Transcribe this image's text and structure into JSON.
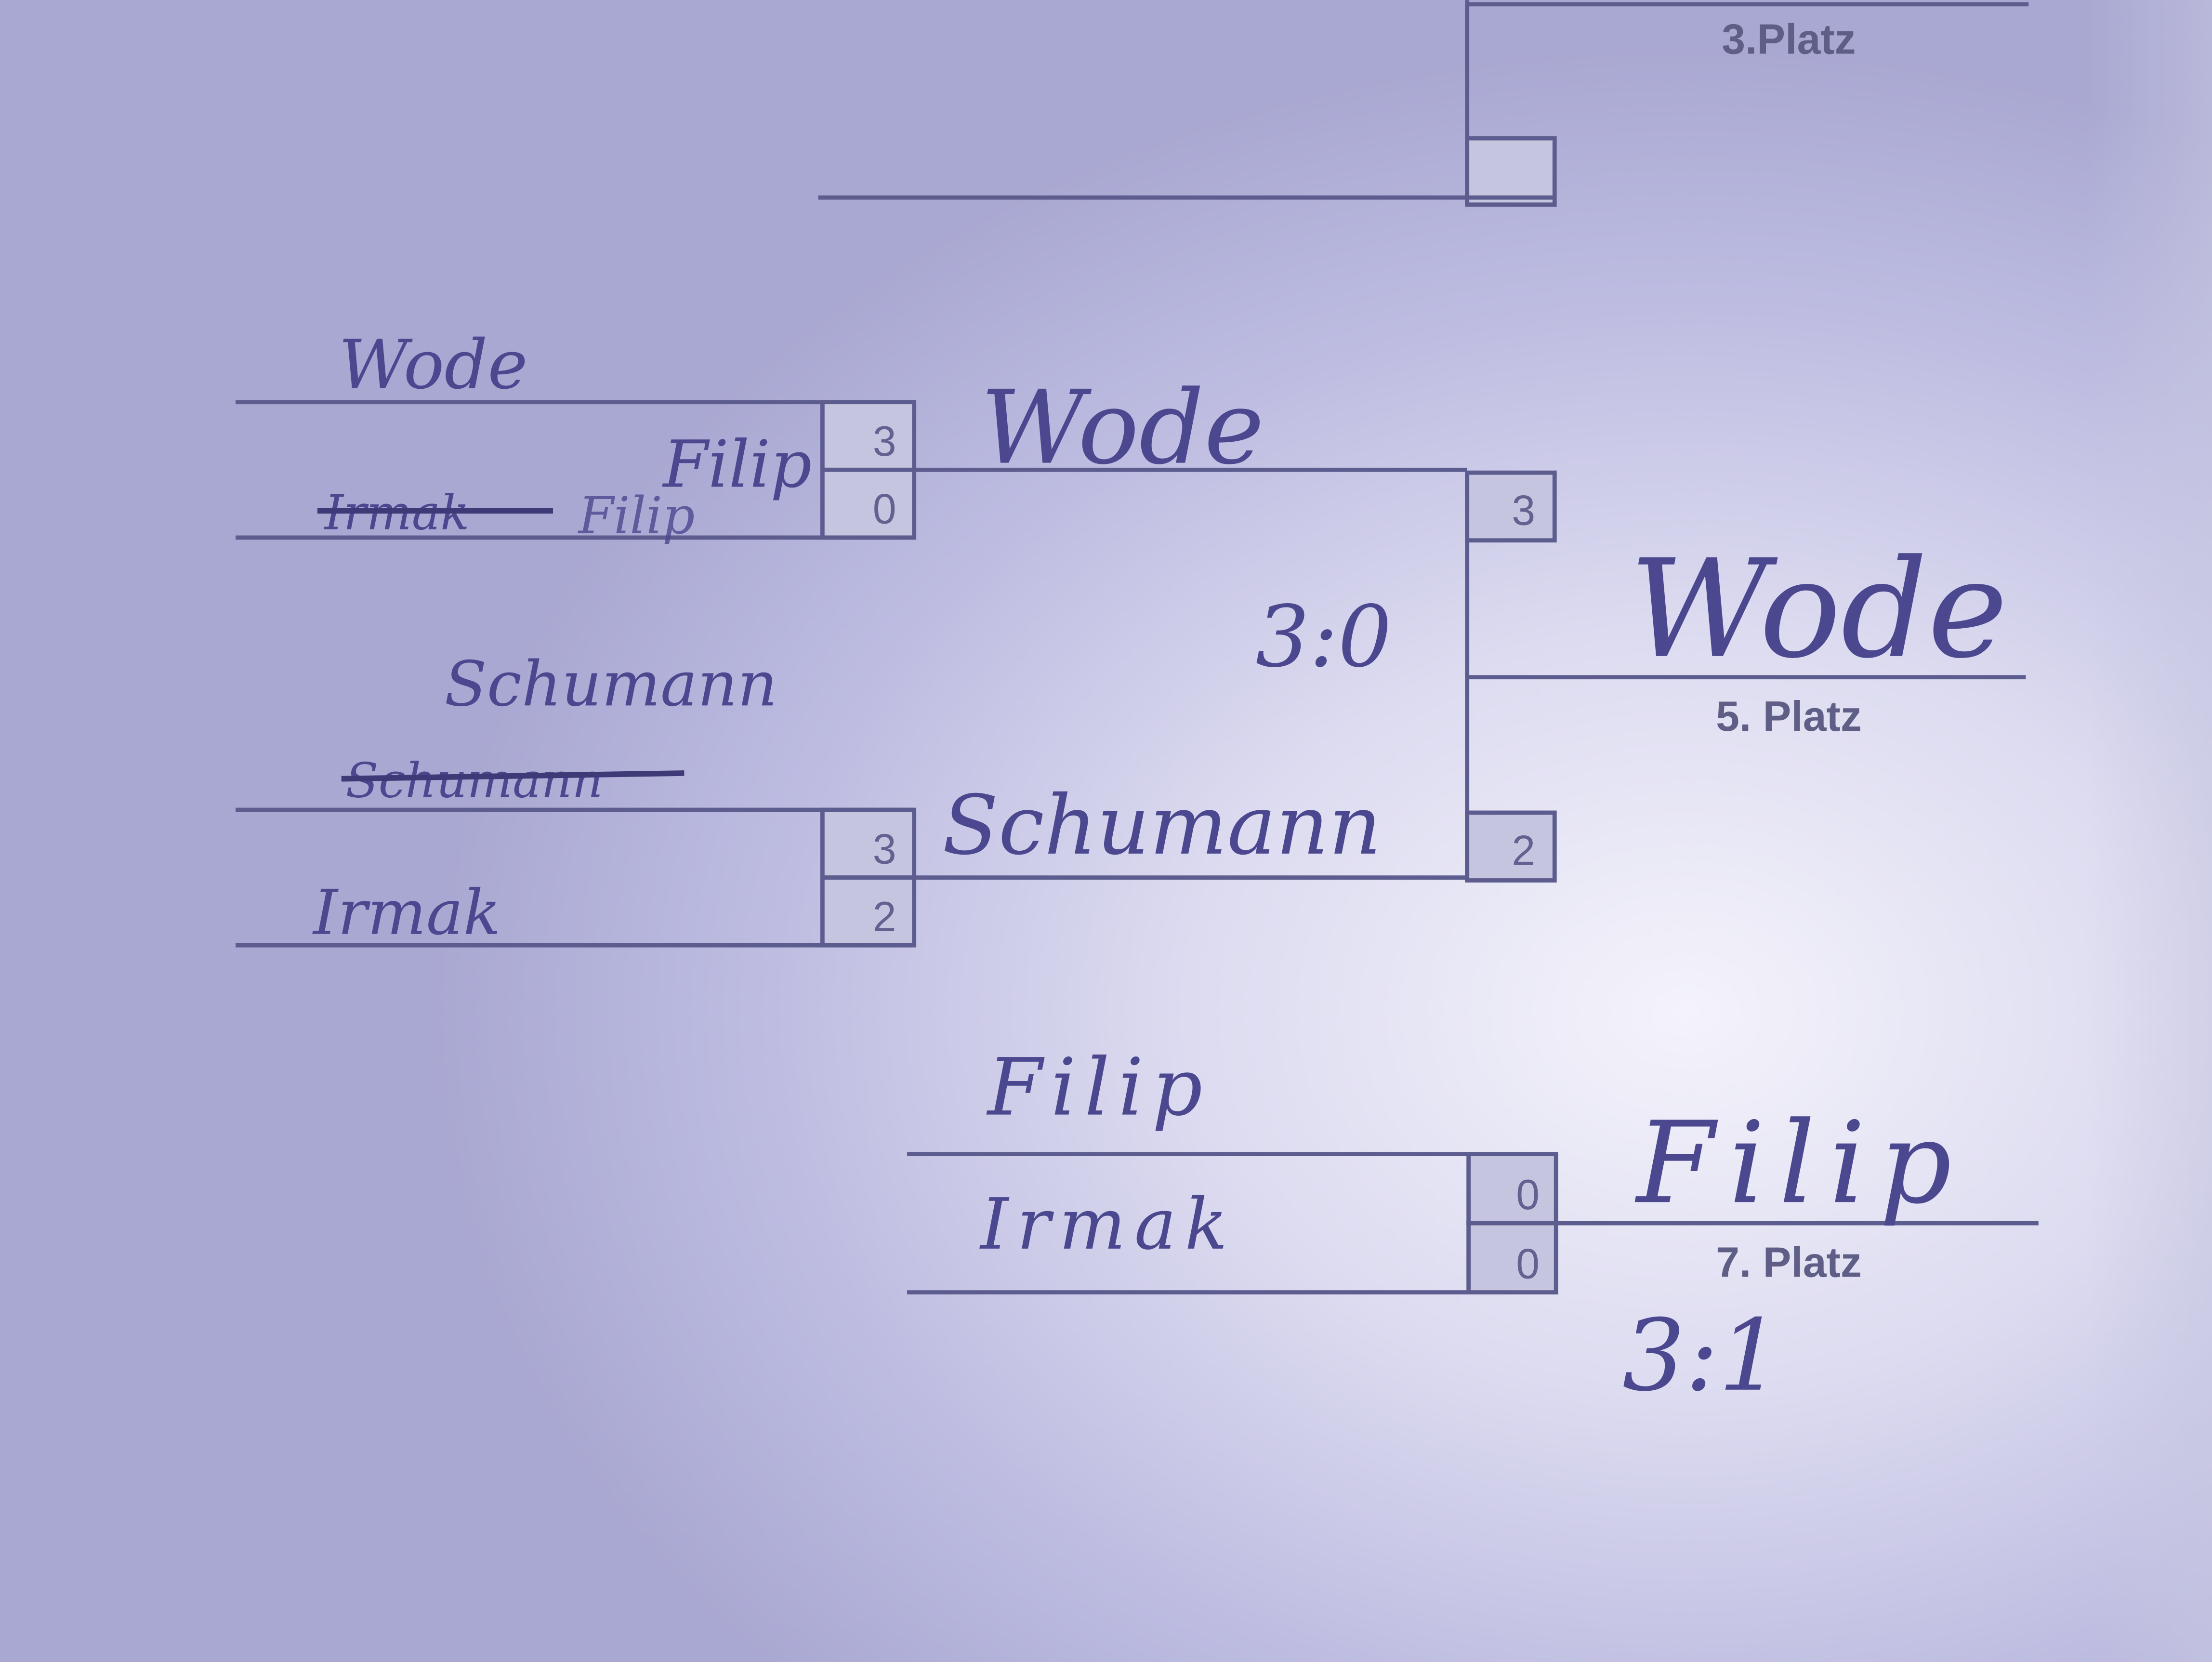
{
  "placements": {
    "third": "3.Platz",
    "fifth": "5. Platz",
    "seventh": "7. Platz"
  },
  "match1": {
    "player_top": "Wode",
    "player_bottom_struck": "Irmak",
    "player_bottom_struck2": "Filip",
    "player_bottom": "Filip",
    "score_top": "3",
    "score_bottom": "0"
  },
  "match2": {
    "player_top": "Schumann",
    "player_top_struck": "Schumann",
    "player_bottom": "Irmak",
    "score_top": "3",
    "score_bottom": "2"
  },
  "final5": {
    "player_top": "Wode",
    "player_bottom": "Schumann",
    "score_top": "3",
    "score_bottom": "2",
    "handwritten_result": "3:0",
    "winner": "Wode"
  },
  "final7": {
    "player_top": "Filip",
    "player_bottom": "Irmak",
    "score_top": "0",
    "score_bottom": "0",
    "winner": "Filip",
    "handwritten_result": "3:1"
  },
  "colors": {
    "ink": "#4c4890",
    "print": "#5d5c8e",
    "paper": "#dcdbf0"
  }
}
